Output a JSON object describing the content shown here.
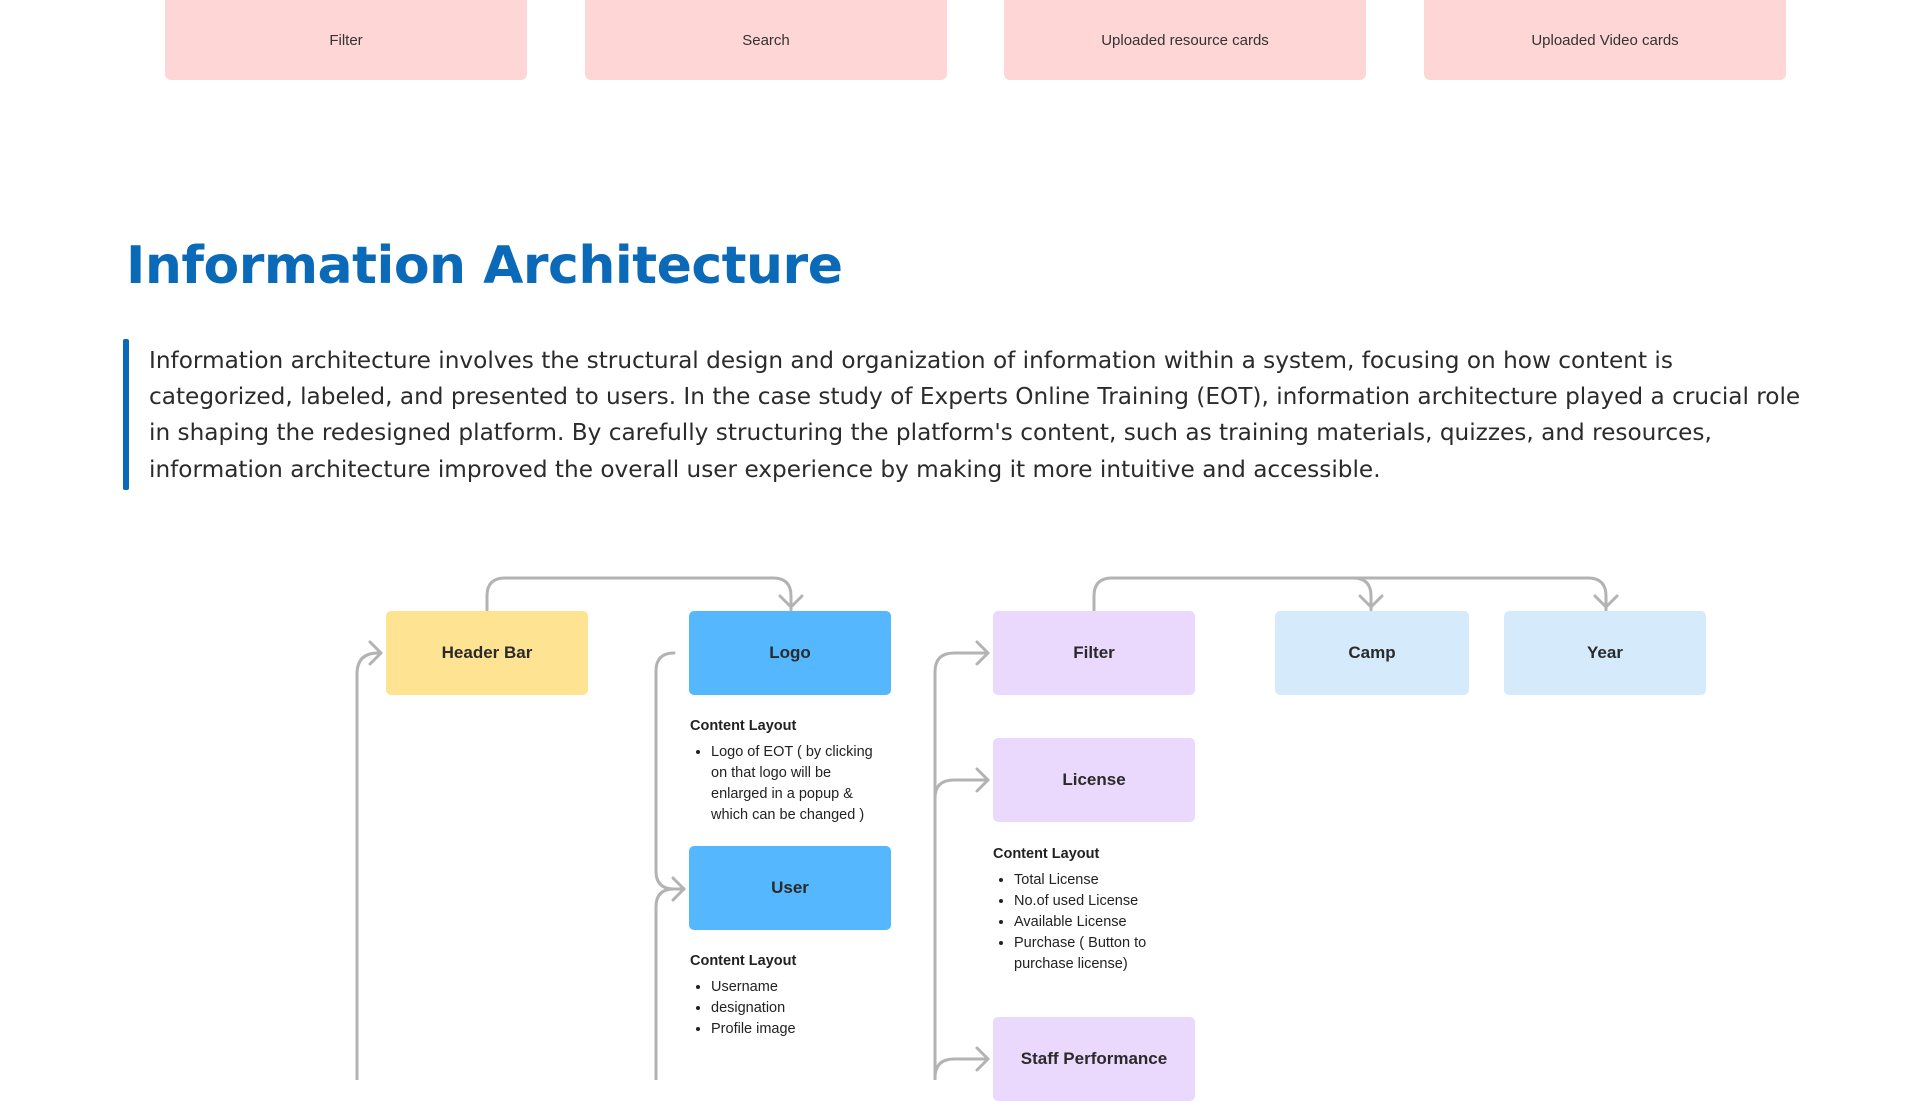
{
  "top_cards": [
    "Filter",
    "Search",
    "Uploaded resource cards",
    "Uploaded Video cards"
  ],
  "section": {
    "title": "Information Architecture",
    "intro": "Information architecture involves the structural design and organization of information within a system, focusing on how content is categorized, labeled, and presented to users. In the case study of Experts Online Training (EOT), information architecture played a crucial role in shaping the redesigned platform. By carefully structuring the platform's content, such as training materials, quizzes, and resources, information architecture improved the overall user experience by making it more intuitive and accessible."
  },
  "diagram": {
    "nodes": {
      "header_bar": "Header Bar",
      "logo": "Logo",
      "user": "User",
      "filter": "Filter",
      "camp": "Camp",
      "year": "Year",
      "license": "License",
      "staff_performance": "Staff Performance"
    },
    "notes": {
      "logo": {
        "heading": "Content Layout",
        "items": [
          "Logo of EOT ( by clicking on that logo will be enlarged in a popup & which can be changed )"
        ]
      },
      "user": {
        "heading": "Content Layout",
        "items": [
          "Username",
          "designation",
          "Profile image"
        ]
      },
      "license": {
        "heading": "Content Layout",
        "items": [
          "Total License",
          "No.of used License",
          "Available License",
          "Purchase ( Button to purchase license)"
        ]
      }
    }
  },
  "colors": {
    "accent": "#0a6ab7",
    "card_pink": "#ffd6d6",
    "node_yellow": "#fee393",
    "node_blue": "#55b8ff",
    "node_purple": "#ead9fc",
    "node_lightblue": "#d5ebfc",
    "connector": "#b3b3b3"
  }
}
